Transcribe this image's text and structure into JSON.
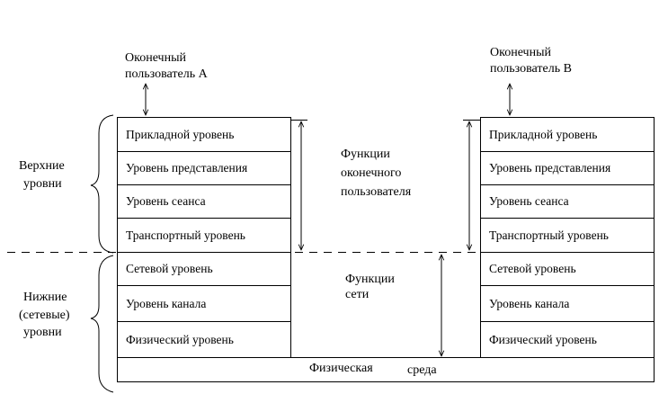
{
  "user_a": {
    "line1": "Оконечный",
    "line2": "пользователь  А"
  },
  "user_b": {
    "line1": "Оконечный",
    "line2": "пользователь   В"
  },
  "upper_group": {
    "line1": "Верхние",
    "line2": "уровни"
  },
  "lower_group": {
    "line1": "Нижние",
    "line2": "(сетевые)",
    "line3": "уровни"
  },
  "user_functions": {
    "line1": "Функции",
    "line2": "оконечного",
    "line3": "пользователя"
  },
  "network_functions": {
    "line1": "Функции",
    "line2": "сети"
  },
  "stack_left": {
    "upper": [
      "Прикладной уровень",
      "Уровень представления",
      "Уровень сеанса",
      "Транспортный  уровень"
    ],
    "lower": [
      "Сетевой уровень",
      "Уровень канала",
      "Физический уровень"
    ]
  },
  "stack_right": {
    "upper": [
      "Прикладной уровень",
      "Уровень представления",
      "Уровень сеанса",
      "Транспортный  уровень"
    ],
    "lower": [
      "Сетевой уровень",
      "Уровень канала",
      "Физический уровень"
    ]
  },
  "medium": {
    "word1": "Физическая",
    "word2": "среда"
  }
}
